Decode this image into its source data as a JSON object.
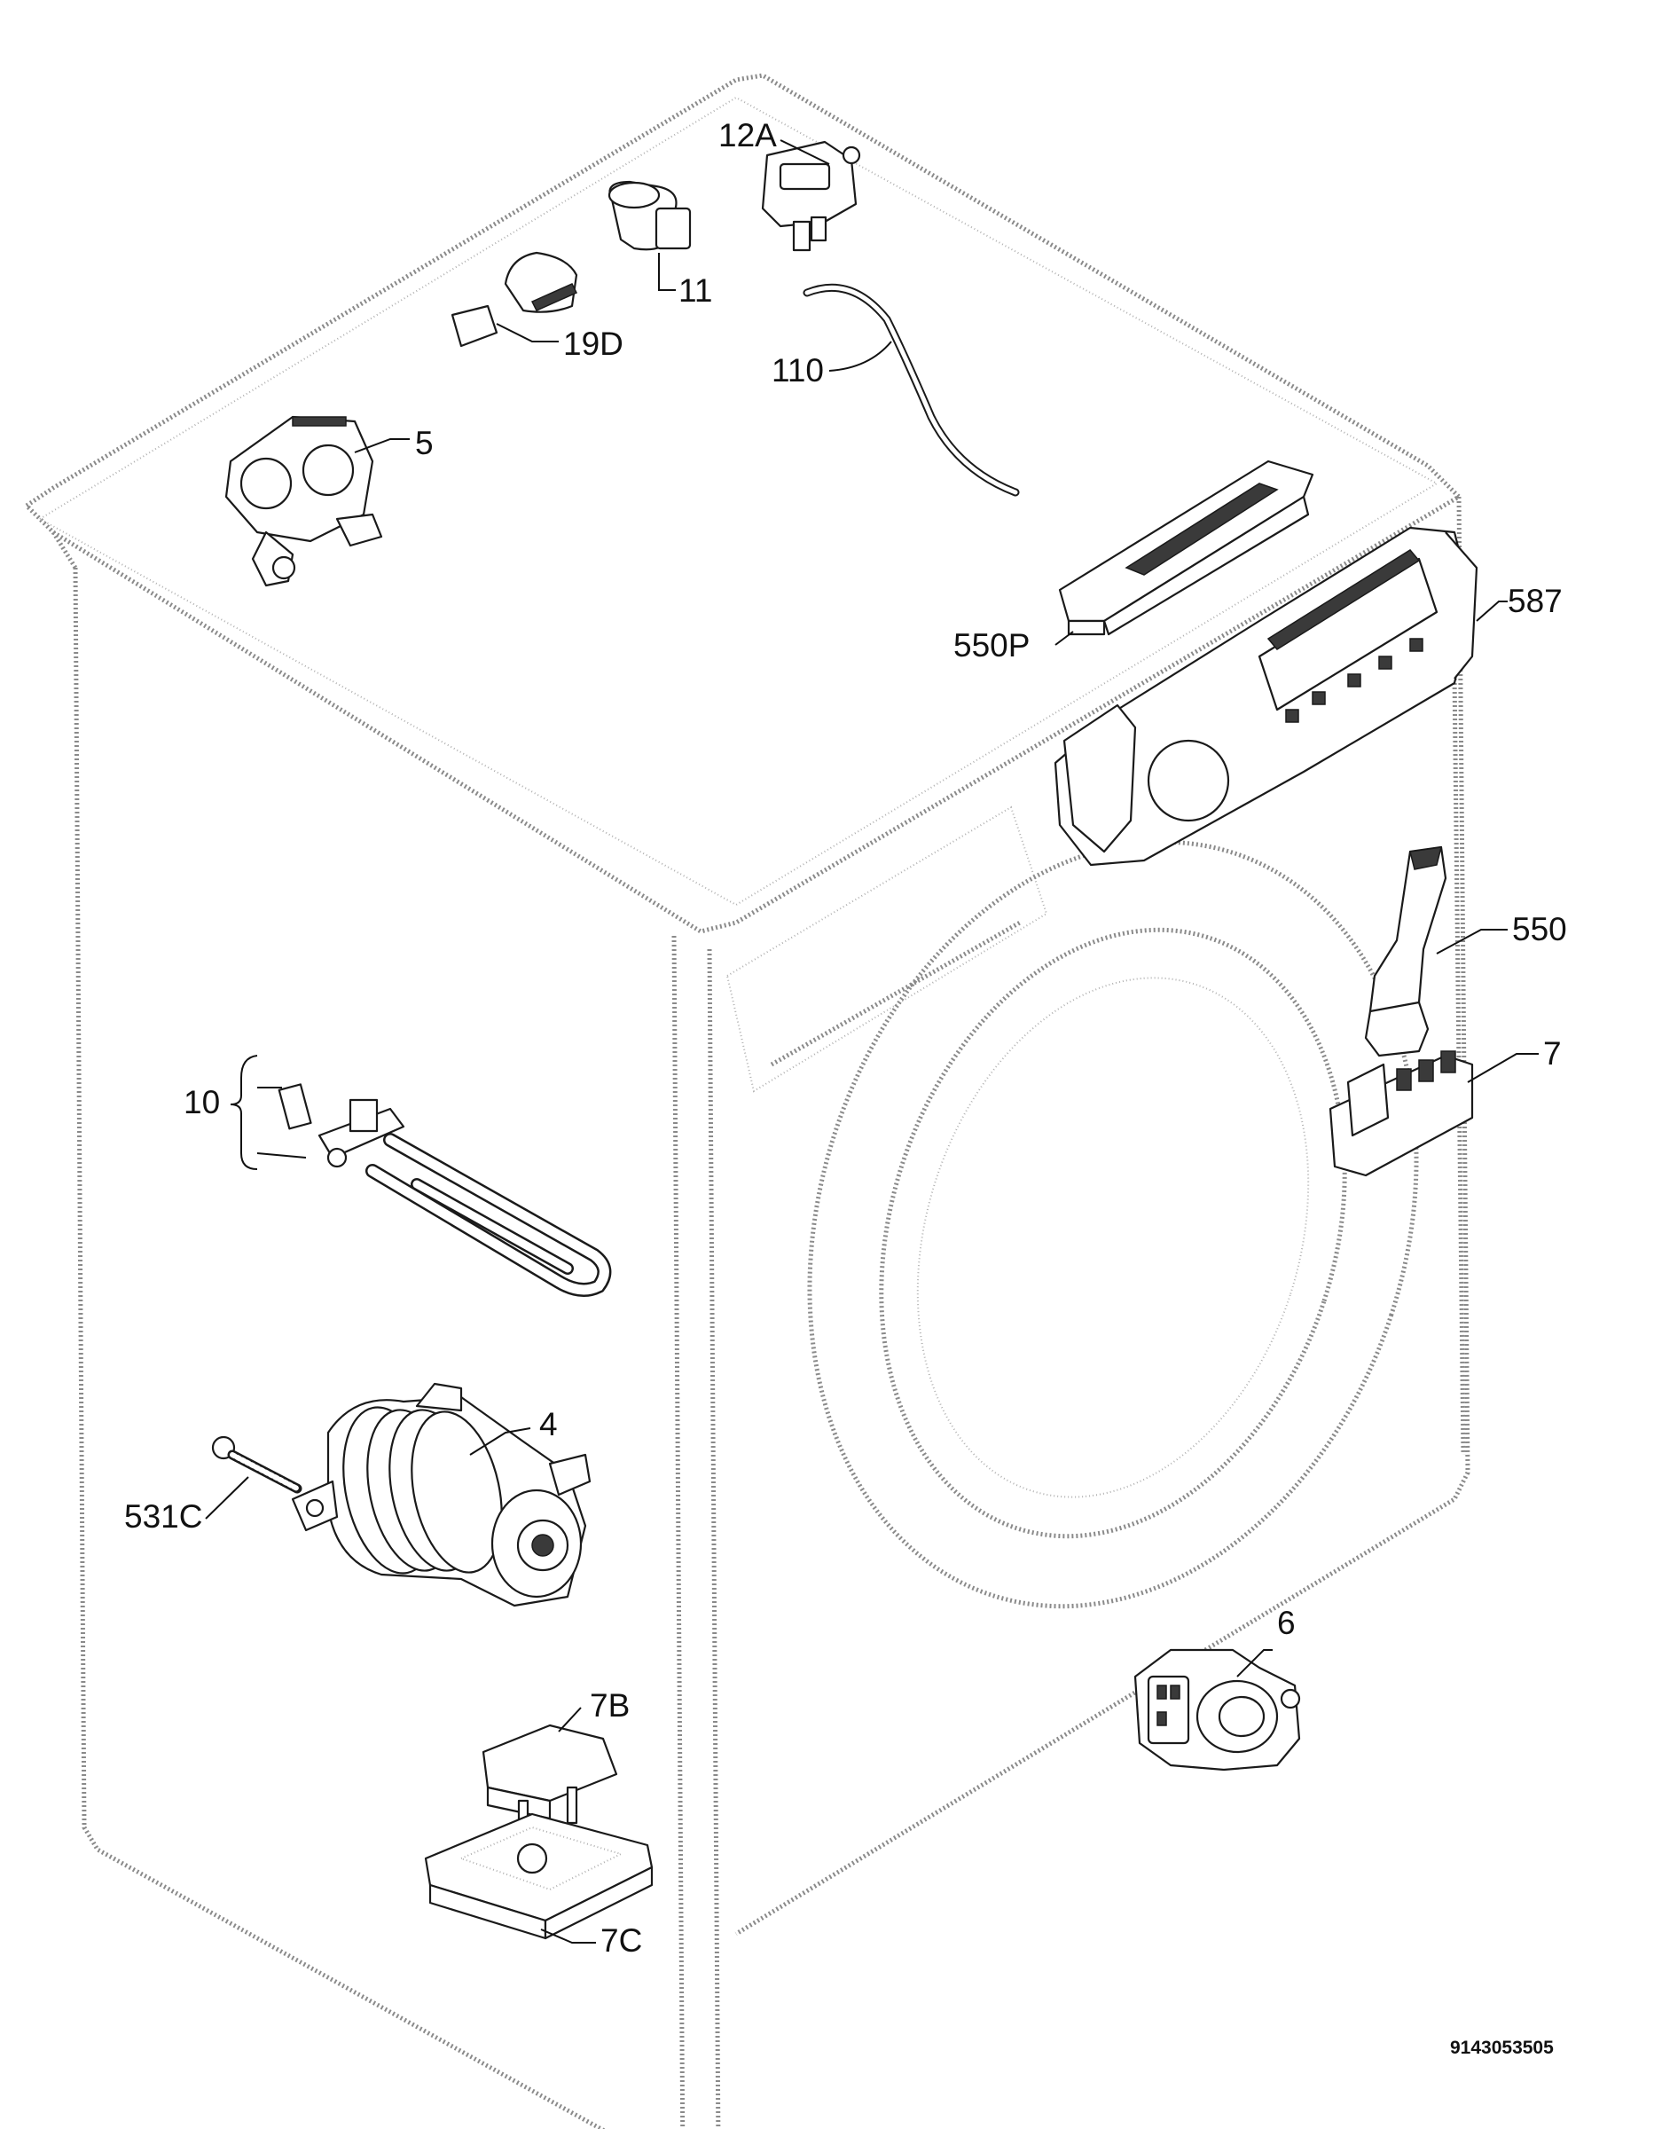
{
  "diagram": {
    "type": "exploded-parts-diagram",
    "parts": [
      {
        "ref": "12A",
        "icon": "switch-icon"
      },
      {
        "ref": "11",
        "icon": "capacitor-icon"
      },
      {
        "ref": "19D",
        "icon": "clip-icon"
      },
      {
        "ref": "110",
        "icon": "tube-icon"
      },
      {
        "ref": "5",
        "icon": "valve-icon"
      },
      {
        "ref": "550P",
        "icon": "cover-icon"
      },
      {
        "ref": "587",
        "icon": "board-icon"
      },
      {
        "ref": "550",
        "icon": "handle-icon"
      },
      {
        "ref": "7",
        "icon": "lock-icon"
      },
      {
        "ref": "10",
        "icon": "heater-icon"
      },
      {
        "ref": "4",
        "icon": "motor-icon"
      },
      {
        "ref": "531C",
        "icon": "screw-icon"
      },
      {
        "ref": "7B",
        "icon": "bracket-icon"
      },
      {
        "ref": "7C",
        "icon": "base-icon"
      },
      {
        "ref": "6",
        "icon": "pump-icon"
      }
    ],
    "document_number": "9143053505"
  }
}
